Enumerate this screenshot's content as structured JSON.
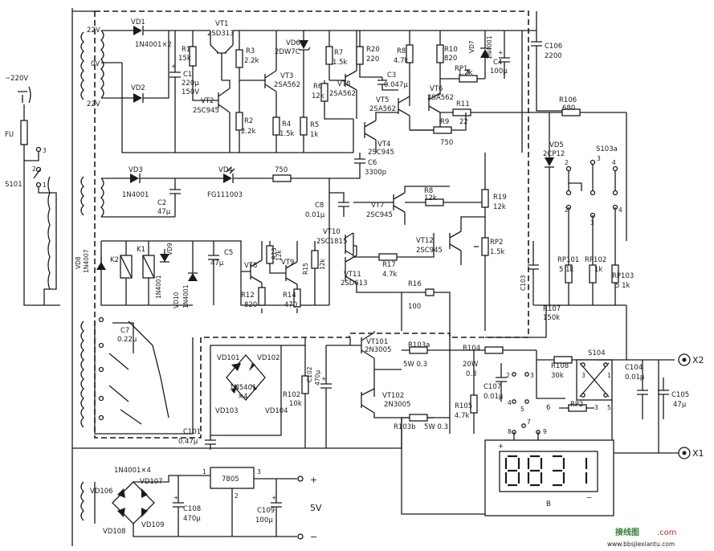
{
  "labels": {
    "mains_voltage": "~220V",
    "fuse": "FU",
    "switch_main": "S101",
    "sw_pos_1": "1",
    "sw_pos_2": "2",
    "sw_pos_3": "3",
    "tap_22v_top": "22V",
    "tap_0v": "0V",
    "tap_22v_bot": "22V",
    "vd1": "VD1",
    "vd1_type": "1N4001×2",
    "vd2": "VD2",
    "c1": "C1",
    "c1_val": "220μ",
    "c1_volt": "150V",
    "r1": "R1",
    "r1_val": "15k",
    "vt1": "VT1",
    "vt1_type": "2SD313",
    "vt2": "VT2",
    "vt2_type": "2SC945",
    "r2": "R2",
    "r2_val": "2.2k",
    "r3": "R3",
    "r3_val": "2.2k",
    "vt3": "VT3",
    "vt3_type": "2SA562",
    "r4": "R4",
    "r4_val": "1.5k",
    "vd6": "VD6",
    "vd6_type": "2DW7C",
    "r5": "R5",
    "r5_val": "1k",
    "r7": "R7",
    "r7_val": "1.5k",
    "r6": "R6",
    "r6_val": "12k",
    "vt8": "VT8",
    "vt8_type": "2SA562",
    "r20": "R20",
    "r20_val": "220",
    "c3": "C3",
    "c3_val": "0.047μ",
    "r8": "R8",
    "r8_val": "4.7k",
    "r10": "R10",
    "r10_val": "820",
    "rp1": "RP1",
    "rp1_val": "1.2k",
    "vd7": "VD7",
    "vd7_type": "1N4001",
    "c4": "C4",
    "c4_val": "100μ",
    "c106": "C106",
    "c106_val": "2200",
    "vt5": "VT5",
    "vt5_type": "2SA562",
    "vt6": "VT6",
    "vt6_type": "2SA562",
    "r11": "R11",
    "r11_val": "22",
    "vt4": "VT4",
    "vt4_type": "2SC945",
    "r9": "R9",
    "r9_val": "750",
    "r106": "R106",
    "r106_val": "680",
    "vd5": "VD5",
    "vd5_type": "2CP12",
    "s103": "S103a",
    "vd3": "VD3",
    "vd3_type": "1N4001",
    "vd4": "VD4",
    "vd4_type": "FG111003",
    "r750": "750",
    "c6": "C6",
    "c6_val": "3300p",
    "c2": "C2",
    "c2_val": "47μ",
    "c8": "C8",
    "c8_val": "0.01μ",
    "r8b": "R8",
    "r8b_val": "12k",
    "vt7": "VT7",
    "vt7_type": "2SC945",
    "r19": "R19",
    "r19_val": "12k",
    "vt10": "VT10",
    "vt10_type": "2SC1815",
    "vt12": "VT12",
    "vt12_type": "2SC945",
    "rp2": "RP2",
    "rp2_val": "1.5k",
    "vt11": "VT11",
    "vt11_type": "2SD613",
    "r17": "R17",
    "r17_val": "4.7k",
    "r16": "R16",
    "r16_val": "100",
    "c103": "C103",
    "rp101": "RP101",
    "rp101_val": "5 1k",
    "rp102": "RP102",
    "rp102_val": "1k",
    "rp103": "RP103",
    "rp103_val": "5 1k",
    "r107": "R107",
    "r107_val": "150k",
    "vd8": "VD8",
    "vd8_type": "1N4007",
    "k2": "K2",
    "k1": "K1",
    "vd9": "VD9",
    "vd9_type": "1N4001",
    "vd10": "VD10",
    "vd10_type": "1N4001",
    "c5": "C5",
    "c5_val": "47μ",
    "vt8b": "VT8",
    "r13": "R13",
    "r13_val": "12k",
    "vt9": "VT9",
    "r15": "R15",
    "r15_val": "12k",
    "r12": "R12",
    "r12_val": "820",
    "r14": "R14",
    "r14_val": "470",
    "c7": "C7",
    "c7_val": "0.22μ",
    "vd101": "VD101",
    "vd102": "VD102",
    "bridge_type": "1N5401",
    "bridge_count": "×4",
    "vd103": "VD103",
    "vd104": "VD104",
    "r102": "R102",
    "r102_val": "10k",
    "c102": "C102",
    "c102_val": "470μ",
    "c101": "C101",
    "c101_val": "0.47μ",
    "vt101": "VT101",
    "vt101_type": "2N3005",
    "vt102": "VT102",
    "vt102_type": "2N3005",
    "r103a": "R103a",
    "r103a_val": "5W 0.3",
    "r103b": "R103b",
    "r103b_val": "5W 0.3",
    "r104": "R104",
    "r104_val": "20W",
    "r104_val2": "0.3",
    "r105": "R105",
    "r105_val": "4.7k",
    "c107": "C107",
    "c107_val": "0.01μ",
    "r108": "R108",
    "r108_val": "30k",
    "s104": "S104",
    "rp2b": "RP2",
    "c104": "C104",
    "c104_val": "0.01μ",
    "c105": "C105",
    "c105_val": "47μ",
    "x2": "X2",
    "x1": "X1",
    "bridge2_type": "1N4001×4",
    "vd106": "VD106",
    "vd107": "VD107",
    "vd108": "VD108",
    "vd109": "VD109",
    "reg": "7805",
    "reg_pin1": "1",
    "reg_pin2": "2",
    "reg_pin3": "3",
    "c108": "C108",
    "c108_val": "470μ",
    "c109": "C109",
    "c109_val": "100μ",
    "plus": "+",
    "minus": "−",
    "vout": "5V",
    "display_digits": "8831",
    "display_label": "B",
    "watermark": "接线图",
    "watermark_url": "www.jiexiantu.com",
    "dot_com": ".com",
    "bbs_url": "www.bbsjiexiantu.com"
  }
}
